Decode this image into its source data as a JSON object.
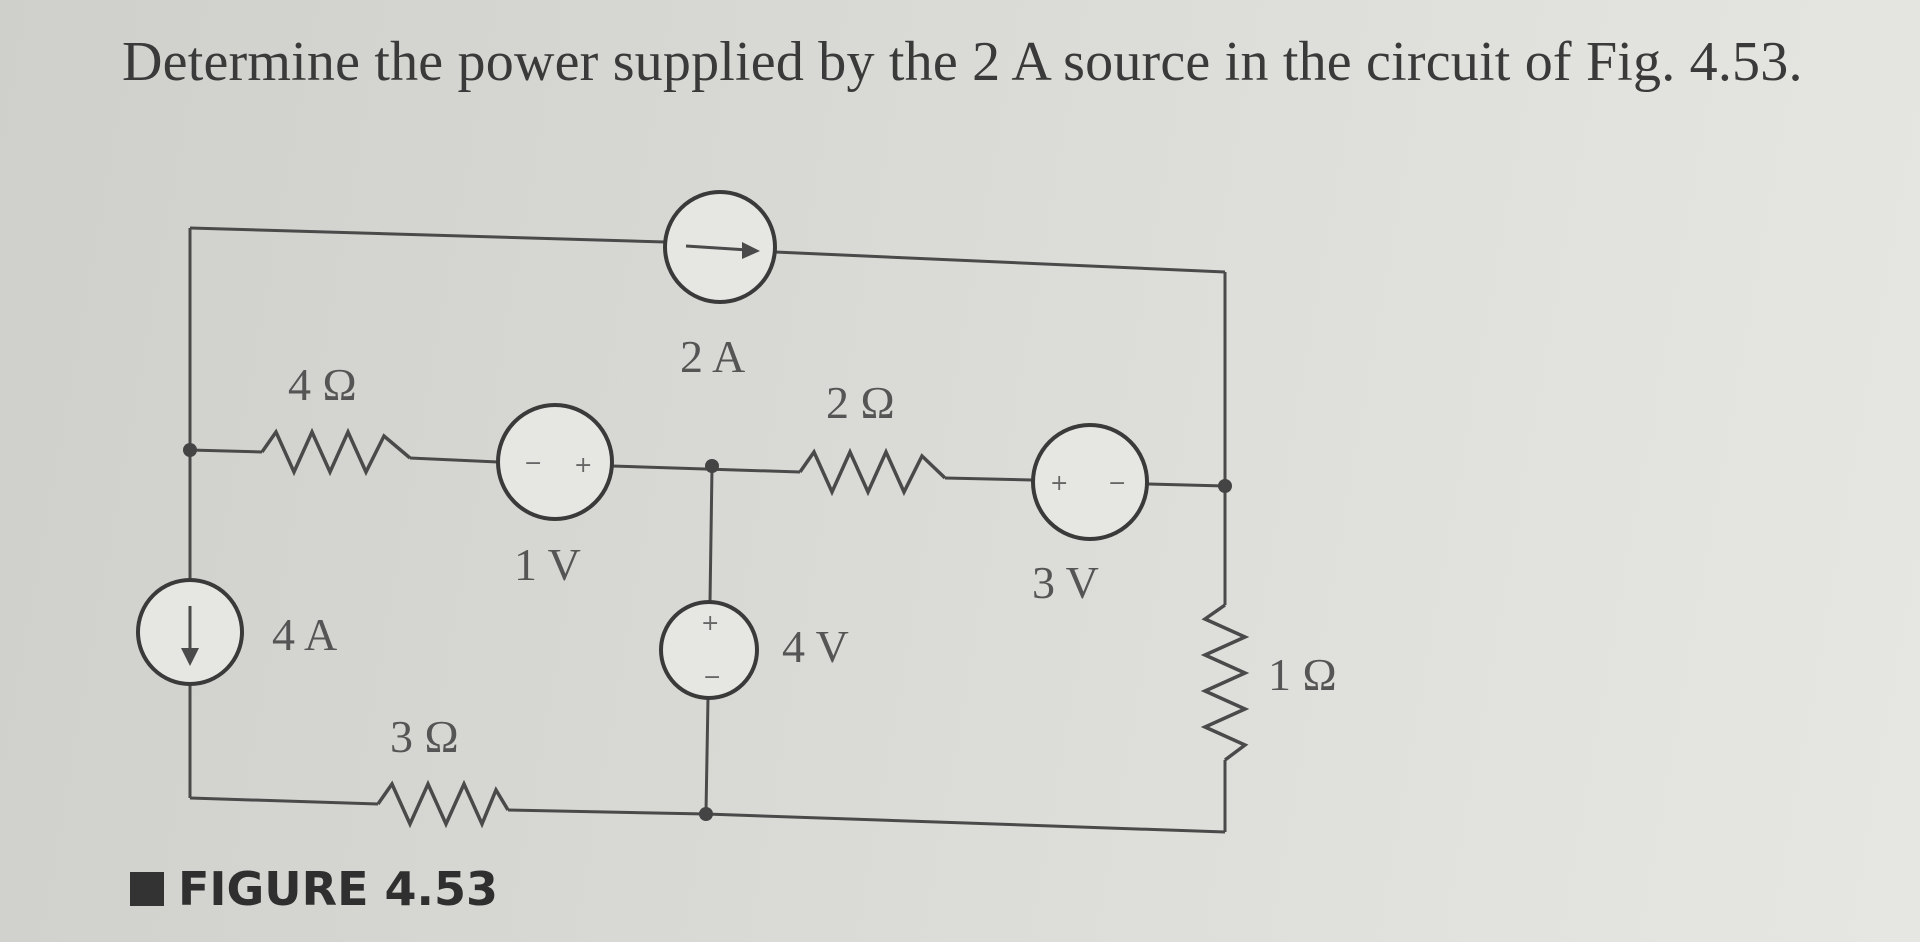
{
  "question": "Determine the power supplied by the 2 A source in the circuit of Fig. 4.53.",
  "figure_caption": "FIGURE 4.53",
  "components": {
    "source_2a": "2 A",
    "resistor_4": "4 Ω",
    "resistor_2": "2 Ω",
    "resistor_3": "3 Ω",
    "resistor_1": "1 Ω",
    "vsource_1v": "1 V",
    "vsource_3v": "3 V",
    "vsource_4v": "4 V",
    "source_4a": "4 A"
  },
  "polarity": {
    "plus": "+",
    "minus": "−"
  },
  "colors": {
    "wire": "#4a4a4a",
    "text": "#3a3a3a",
    "background": "#dcdcd8"
  }
}
